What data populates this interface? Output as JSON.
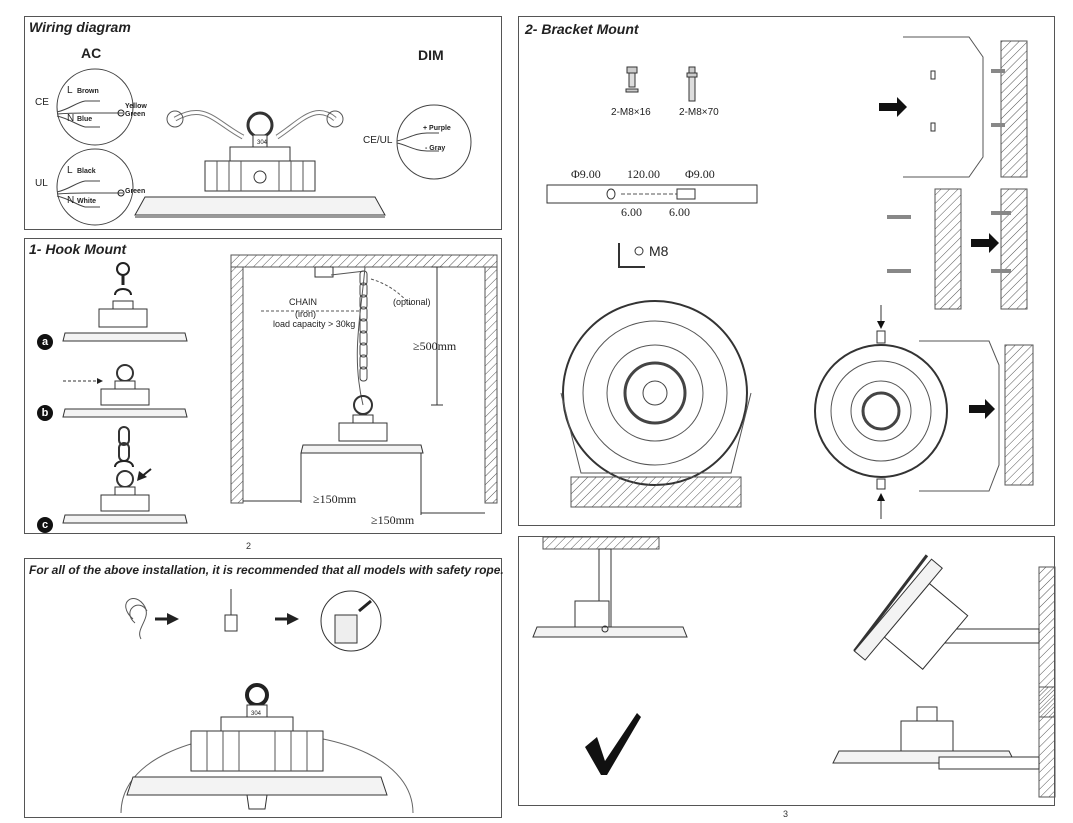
{
  "wiring": {
    "title": "Wiring diagram",
    "ac_label": "AC",
    "dim_label": "DIM",
    "ce_label": "CE",
    "ce_brown": "Brown",
    "ce_yellow_green": "Yellow\nGreen",
    "ce_blue": "Blue",
    "ul_label": "UL",
    "ul_black": "Black",
    "ul_green": "Green",
    "ul_white": "White",
    "dim_ceul": "CE/UL",
    "dim_plus": "+ Purple",
    "dim_minus": "- Gray",
    "L": "L",
    "N": "N",
    "ring_tag": "304"
  },
  "hook": {
    "title": "1- Hook Mount",
    "steps": [
      "a",
      "b",
      "c"
    ],
    "chain_label": "CHAIN",
    "chain_material": "(iron)",
    "load_capacity": "load capacity > 30kg",
    "optional": "(optional)",
    "dim_500": "≥500mm",
    "dim_150a": "≥150mm",
    "dim_150b": "≥150mm"
  },
  "bracket": {
    "title": "2- Bracket Mount",
    "screw1": "2-M8×16",
    "screw2": "2-M8×70",
    "phi_left": "Φ9.00",
    "span": "120.00",
    "phi_right": "Φ9.00",
    "hole_left": "6.00",
    "hole_right": "6.00",
    "wrench": "M8"
  },
  "safety": {
    "title": "For all of the above installation, it is recommended that all models with safety rope.",
    "ring_tag": "304"
  },
  "pages": {
    "left": "2",
    "right": "3"
  }
}
